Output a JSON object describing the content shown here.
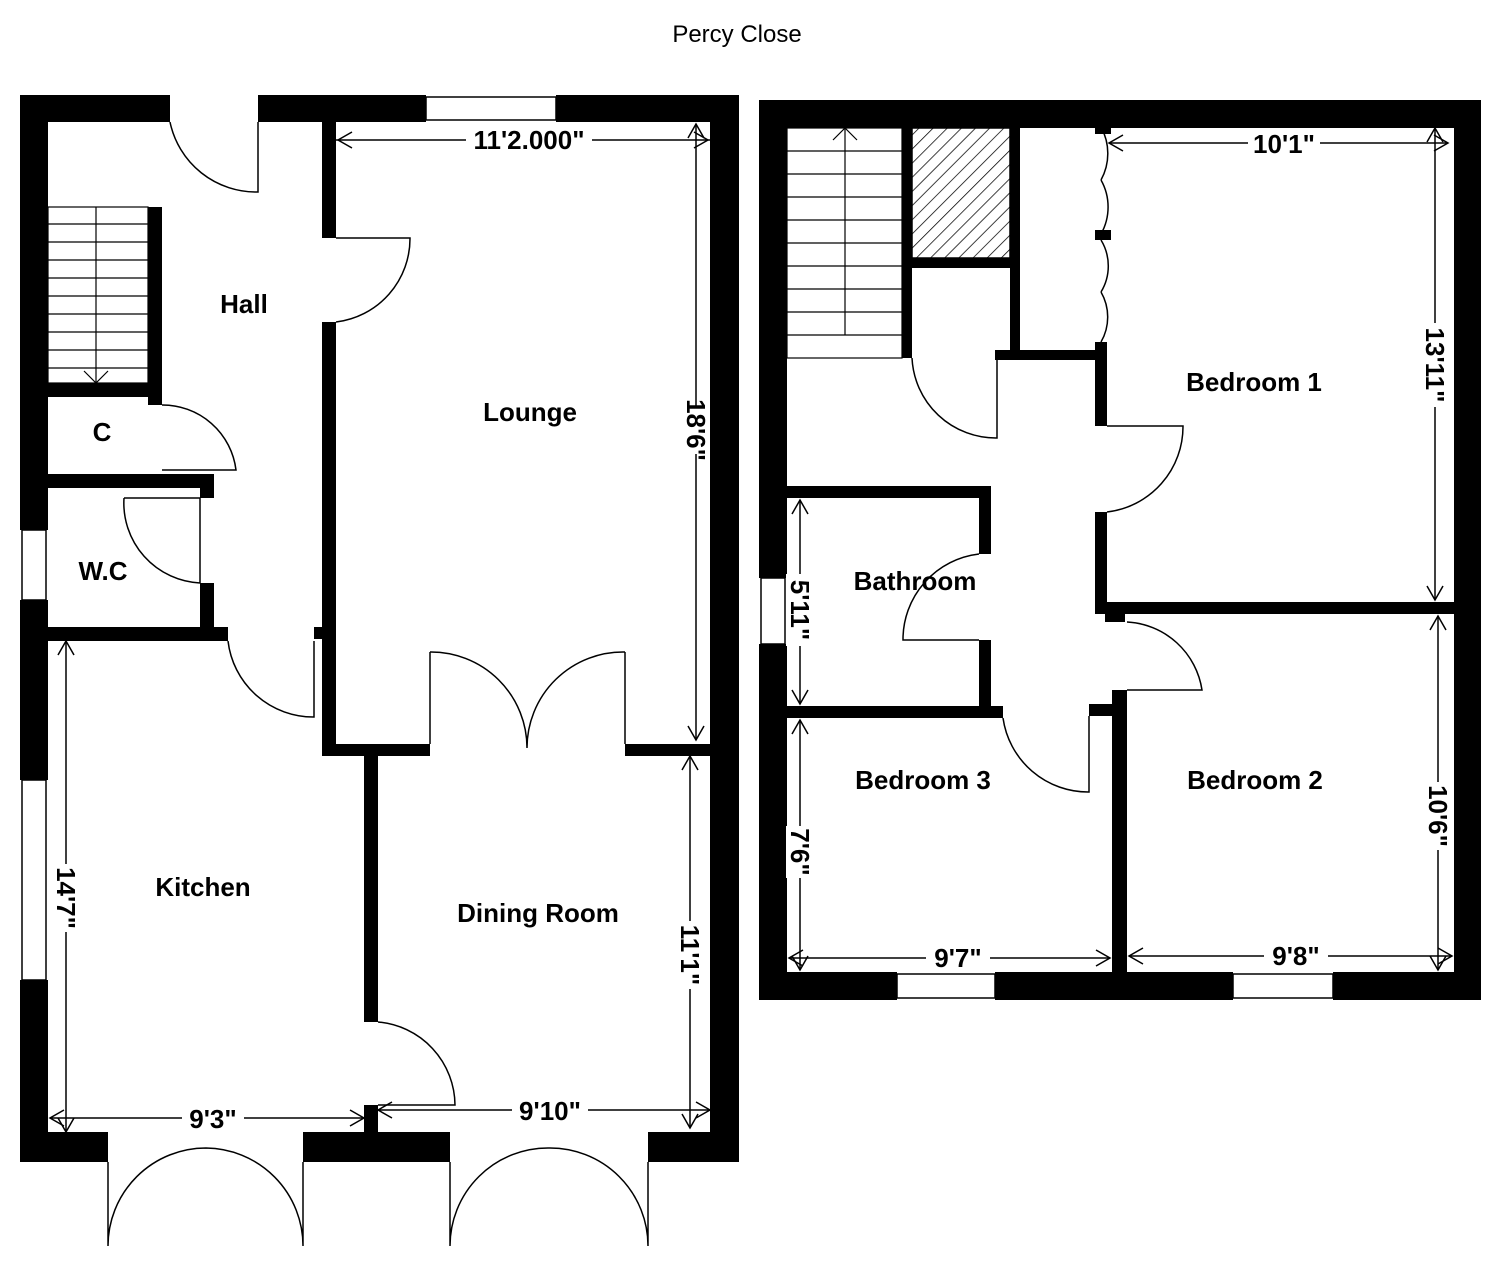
{
  "title": "Percy Close",
  "rooms": {
    "hall": "Hall",
    "lounge": "Lounge",
    "cupboard": "C",
    "wc": "W.C",
    "kitchen": "Kitchen",
    "dining_room": "Dining Room",
    "bedroom_1": "Bedroom 1",
    "bathroom": "Bathroom",
    "bedroom_3": "Bedroom 3",
    "bedroom_2": "Bedroom 2"
  },
  "dimensions": {
    "lounge_width": "11'2.000\"",
    "lounge_length": "18'6\"",
    "kitchen_length": "14'7\"",
    "kitchen_width": "9'3\"",
    "dining_width": "9'10\"",
    "dining_length": "11'1\"",
    "bedroom1_width": "10'1\"",
    "bedroom1_length": "13'11\"",
    "bathroom_length": "5'11\"",
    "bedroom3_length": "7'6\"",
    "bedroom3_width": "9'7\"",
    "bedroom2_length": "10'6\"",
    "bedroom2_width": "9'8\""
  }
}
